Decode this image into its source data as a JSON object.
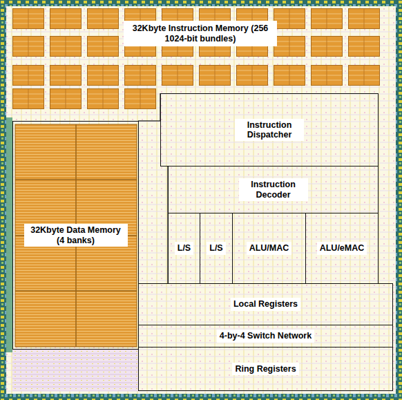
{
  "diagram": {
    "nodes": [
      {
        "text": [
          "32Kbyte Instruction Memory (256 1024-bit bundles)"
        ]
      },
      {
        "text": [
          "Instruction Dispatcher"
        ]
      },
      {
        "text": [
          "32Kbyte Data Memory (4 banks)"
        ]
      },
      {
        "text": [
          "Instruction Decoder"
        ]
      },
      {
        "text": [
          "L/S"
        ]
      },
      {
        "text": [
          "L/S"
        ]
      },
      {
        "text": [
          "ALU/MAC"
        ]
      },
      {
        "text": [
          "ALU/eMAC"
        ]
      },
      {
        "text": [
          "Local Registers"
        ]
      },
      {
        "text": [
          "4-by-4 Switch Network"
        ]
      },
      {
        "text": [
          "Ring Registers"
        ]
      }
    ]
  }
}
